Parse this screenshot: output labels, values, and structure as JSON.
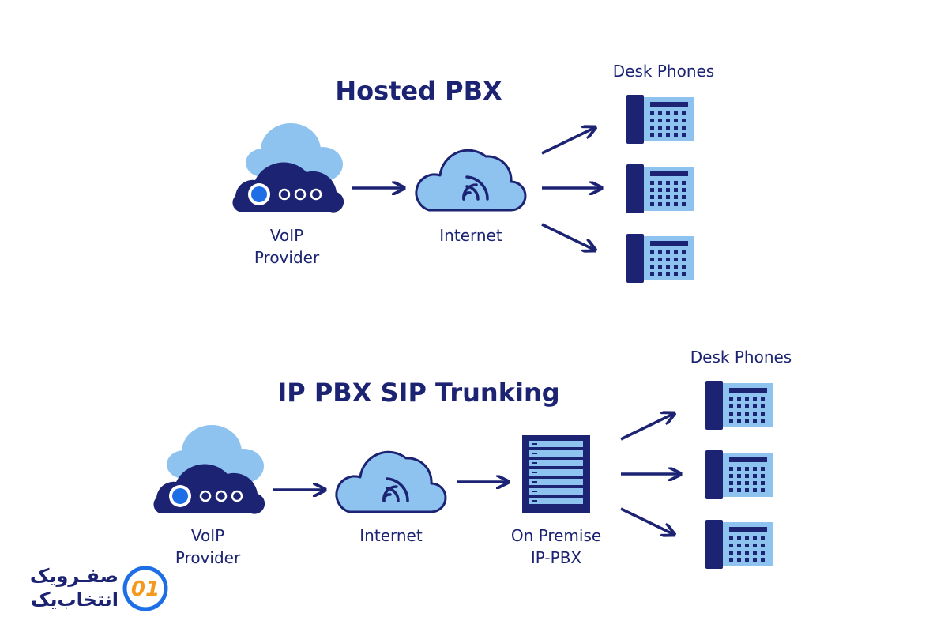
{
  "section1": {
    "title": "Hosted PBX",
    "provider_label": [
      "VoIP",
      "Provider"
    ],
    "internet_label": "Internet",
    "phones_label": "Desk Phones"
  },
  "section2": {
    "title": "IP PBX SIP Trunking",
    "provider_label": [
      "VoIP",
      "Provider"
    ],
    "internet_label": "Internet",
    "pbx_label": [
      "On Premise",
      "IP-PBX"
    ],
    "phones_label": "Desk Phones"
  },
  "logo": {
    "line1": "صفـرویک",
    "line2": "انتخاب‌یک",
    "mark": "01"
  },
  "colors": {
    "navy": "#1b2372",
    "light_blue": "#8ec3ef",
    "bright_blue": "#1e6fe6",
    "orange": "#f39a1e"
  }
}
